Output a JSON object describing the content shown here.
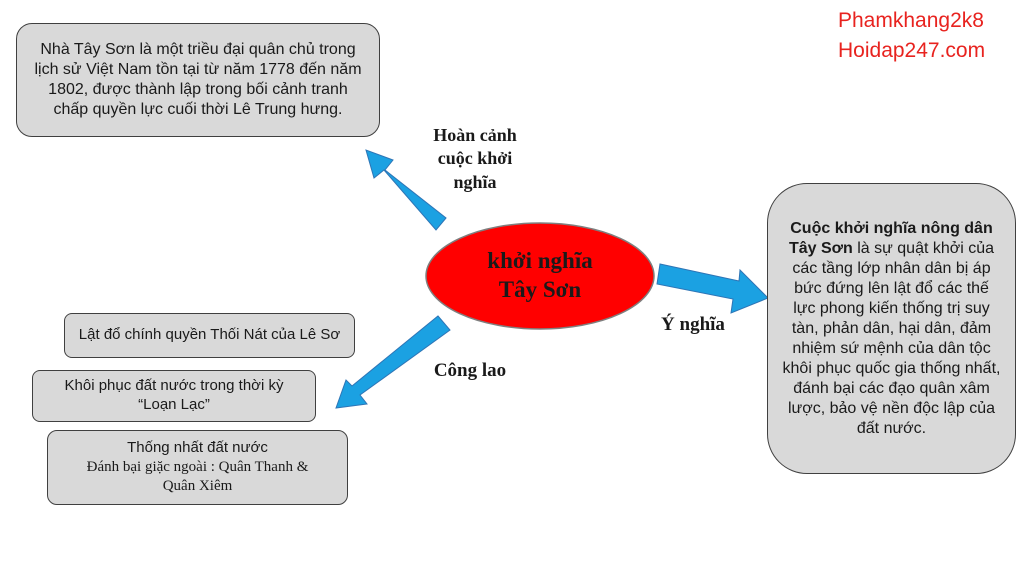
{
  "watermark": {
    "line1": "Phamkhang2k8",
    "line2": "Hoidap247.com",
    "color": "#e8231f"
  },
  "center": {
    "line1": "khởi nghĩa",
    "line2": "Tây Sơn",
    "fill": "#ff0000"
  },
  "arrow_color": "#1ba1e2",
  "branches": {
    "context": {
      "label_lines": [
        "Hoàn cảnh",
        "cuộc khởi",
        "nghĩa"
      ],
      "text": "Nhà Tây Sơn là một triều đại quân chủ trong lịch sử Việt Nam tồn tại từ năm 1778 đến năm 1802, được thành lập trong bối cảnh tranh chấp quyền lực cuối thời Lê Trung hưng."
    },
    "meaning": {
      "label": "Ý nghĩa",
      "text_bold": "Cuộc khởi nghĩa nông dân Tây Sơn",
      "text_rest": " là sự quật khởi của các tầng lớp nhân dân bị áp bức đứng lên lật đổ các thế lực phong kiến thống trị suy tàn, phản dân, hại dân, đảm nhiệm sứ mệnh của dân tộc khôi phục quốc gia thống nhất, đánh bại các đạo quân xâm lược, bảo vệ nền độc lập của đất nước."
    },
    "merit": {
      "label": "Công lao",
      "item1": "Lật đổ chính quyền Thối Nát của Lê Sơ",
      "item2_line1": "Khôi phục đất nước trong thời kỳ",
      "item2_line2": "“Loạn Lạc”",
      "item3_line1": "Thống nhất đất nước",
      "item3_line2": "Đánh bại giặc ngoài : Quân Thanh &",
      "item3_line3": "Quân Xiêm"
    }
  }
}
